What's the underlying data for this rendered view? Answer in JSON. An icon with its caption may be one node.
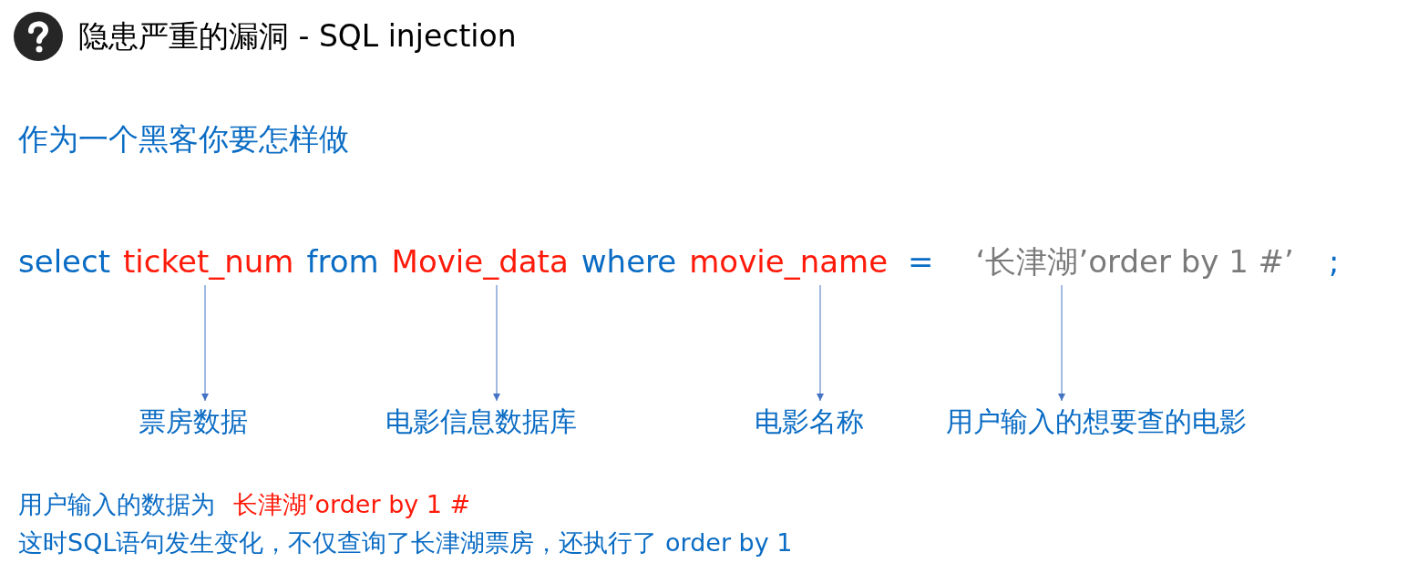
{
  "diagram": {
    "title": "隐患严重的漏洞 - SQL injection",
    "nodes": [
      {
        "text": [
          "ticket_num"
        ]
      },
      {
        "text": [
          "Movie_data"
        ]
      },
      {
        "text": [
          "movie_name"
        ]
      },
      {
        "text": [
          "‘长津湖’order by 1 #’"
        ]
      },
      {
        "text": [
          "票房数据"
        ]
      },
      {
        "text": [
          "电影信息数据库"
        ]
      },
      {
        "text": [
          "电影名称"
        ]
      },
      {
        "text": [
          "用户输入的想要查的电影"
        ]
      }
    ],
    "edges": [
      {
        "from": 0,
        "to": 4,
        "arrow": "to"
      },
      {
        "from": 1,
        "to": 5,
        "arrow": "to"
      },
      {
        "from": 2,
        "to": 6,
        "arrow": "to"
      },
      {
        "from": 3,
        "to": 7,
        "arrow": "to"
      }
    ],
    "labels": [
      "作为一个黑客你要怎样做",
      "select",
      "from",
      "where",
      "=",
      ";",
      "用户输入的数据为",
      "长津湖’order by 1 #",
      "这时SQL语句发生变化，不仅查询了长津湖票房，还执行了 order by 1"
    ]
  }
}
